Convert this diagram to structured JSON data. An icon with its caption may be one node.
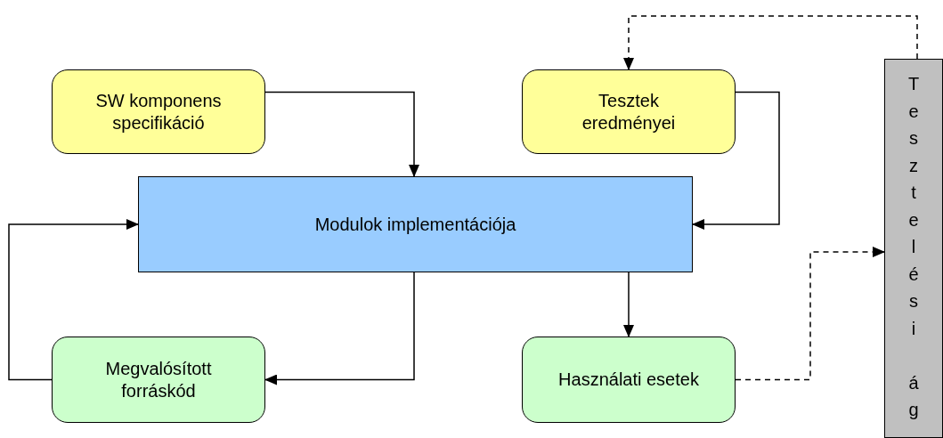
{
  "diagram": {
    "nodes": [
      {
        "text": [
          "SW komponens specifikáció"
        ]
      },
      {
        "text": [
          "Tesztek eredményei"
        ]
      },
      {
        "text": [
          "Modulok implementációja"
        ]
      },
      {
        "text": [
          "Megvalósított forráskód"
        ]
      },
      {
        "text": [
          "Használati esetek"
        ]
      },
      {
        "text": [
          "Tesztelési ág"
        ]
      }
    ],
    "edges": [
      {
        "from": 0,
        "to": 2,
        "arrow": "to"
      },
      {
        "from": 1,
        "to": 2,
        "arrow": "to"
      },
      {
        "from": 2,
        "to": 3,
        "arrow": "to"
      },
      {
        "from": 3,
        "to": 2,
        "arrow": "to"
      },
      {
        "from": 2,
        "to": 4,
        "arrow": "to"
      },
      {
        "from": 4,
        "to": 5,
        "arrow": "to",
        "style": "dashed"
      },
      {
        "from": 5,
        "to": 1,
        "arrow": "to",
        "style": "dashed"
      }
    ]
  }
}
